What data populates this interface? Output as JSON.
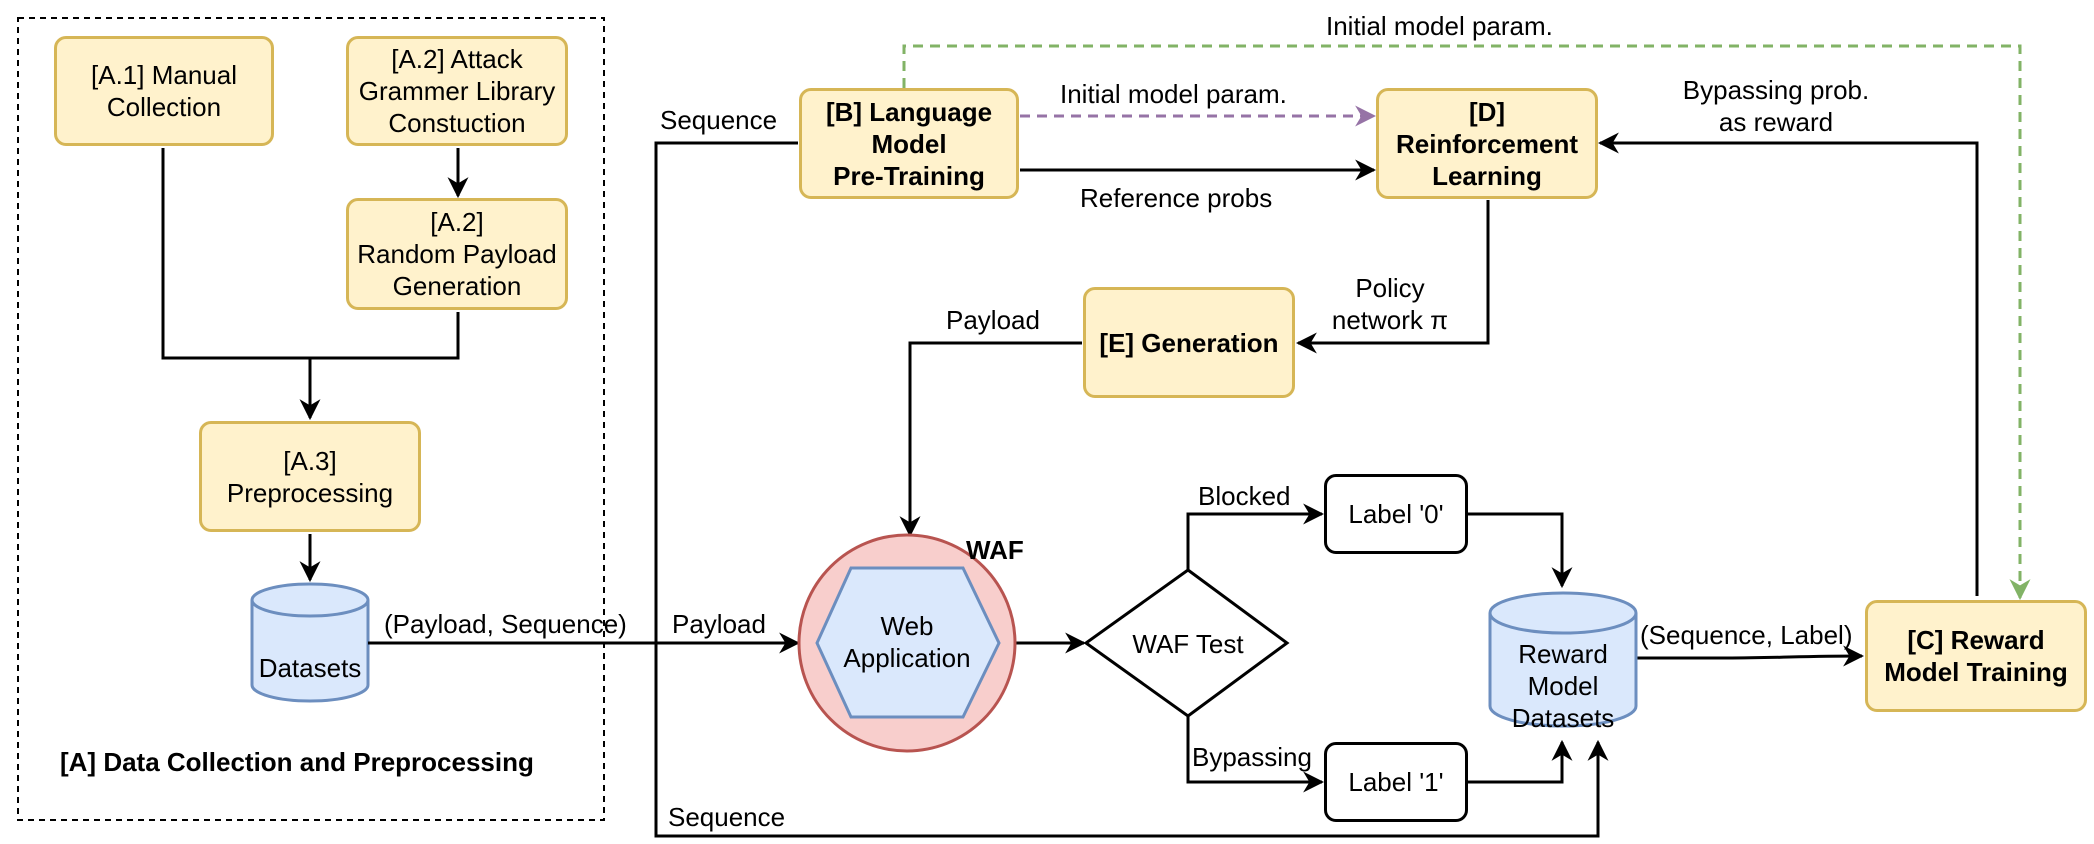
{
  "section_a": {
    "title": "[A] Data Collection and Preprocessing"
  },
  "nodes": {
    "manual_collection": "[A.1] Manual\nCollection",
    "attack_grammar": "[A.2] Attack\nGrammer Library\nConstuction",
    "random_payload": "[A.2]\nRandom Payload\nGeneration",
    "preprocessing": "[A.3]\nPreprocessing",
    "datasets": "Datasets",
    "lm_pretraining": "[B] Language\nModel\nPre-Training",
    "reinforcement": "[D]\nReinforcement\nLearning",
    "generation": "[E] Generation",
    "waf": "WAF",
    "web_app": "Web\nApplication",
    "waf_test": "WAF Test",
    "label0": "Label  '0'",
    "label1": "Label  '1'",
    "reward_datasets": "Reward\nModel\nDatasets",
    "reward_training": "[C] Reward\nModel Training"
  },
  "edges": {
    "payload_sequence": "(Payload, Sequence)",
    "payload_to_waf": "Payload",
    "sequence_top": "Sequence",
    "sequence_bottom": "Sequence",
    "initial_param_purple": "Initial model param.",
    "initial_param_green": "Initial model param.",
    "reference_probs": "Reference probs",
    "bypassing_reward": "Bypassing prob.\nas reward",
    "policy_network": "Policy\nnetwork π",
    "payload_from_gen": "Payload",
    "blocked": "Blocked",
    "bypassing": "Bypassing",
    "sequence_label": "(Sequence, Label)"
  },
  "colors": {
    "box_fill": "#fff2cc",
    "box_border": "#d6b656",
    "db_fill": "#dae8fc",
    "db_border": "#6c8ebf",
    "waf_fill": "#f8cecc",
    "waf_border": "#b85450",
    "purple_dashed": "#9673a6",
    "green_dashed": "#82b366"
  }
}
